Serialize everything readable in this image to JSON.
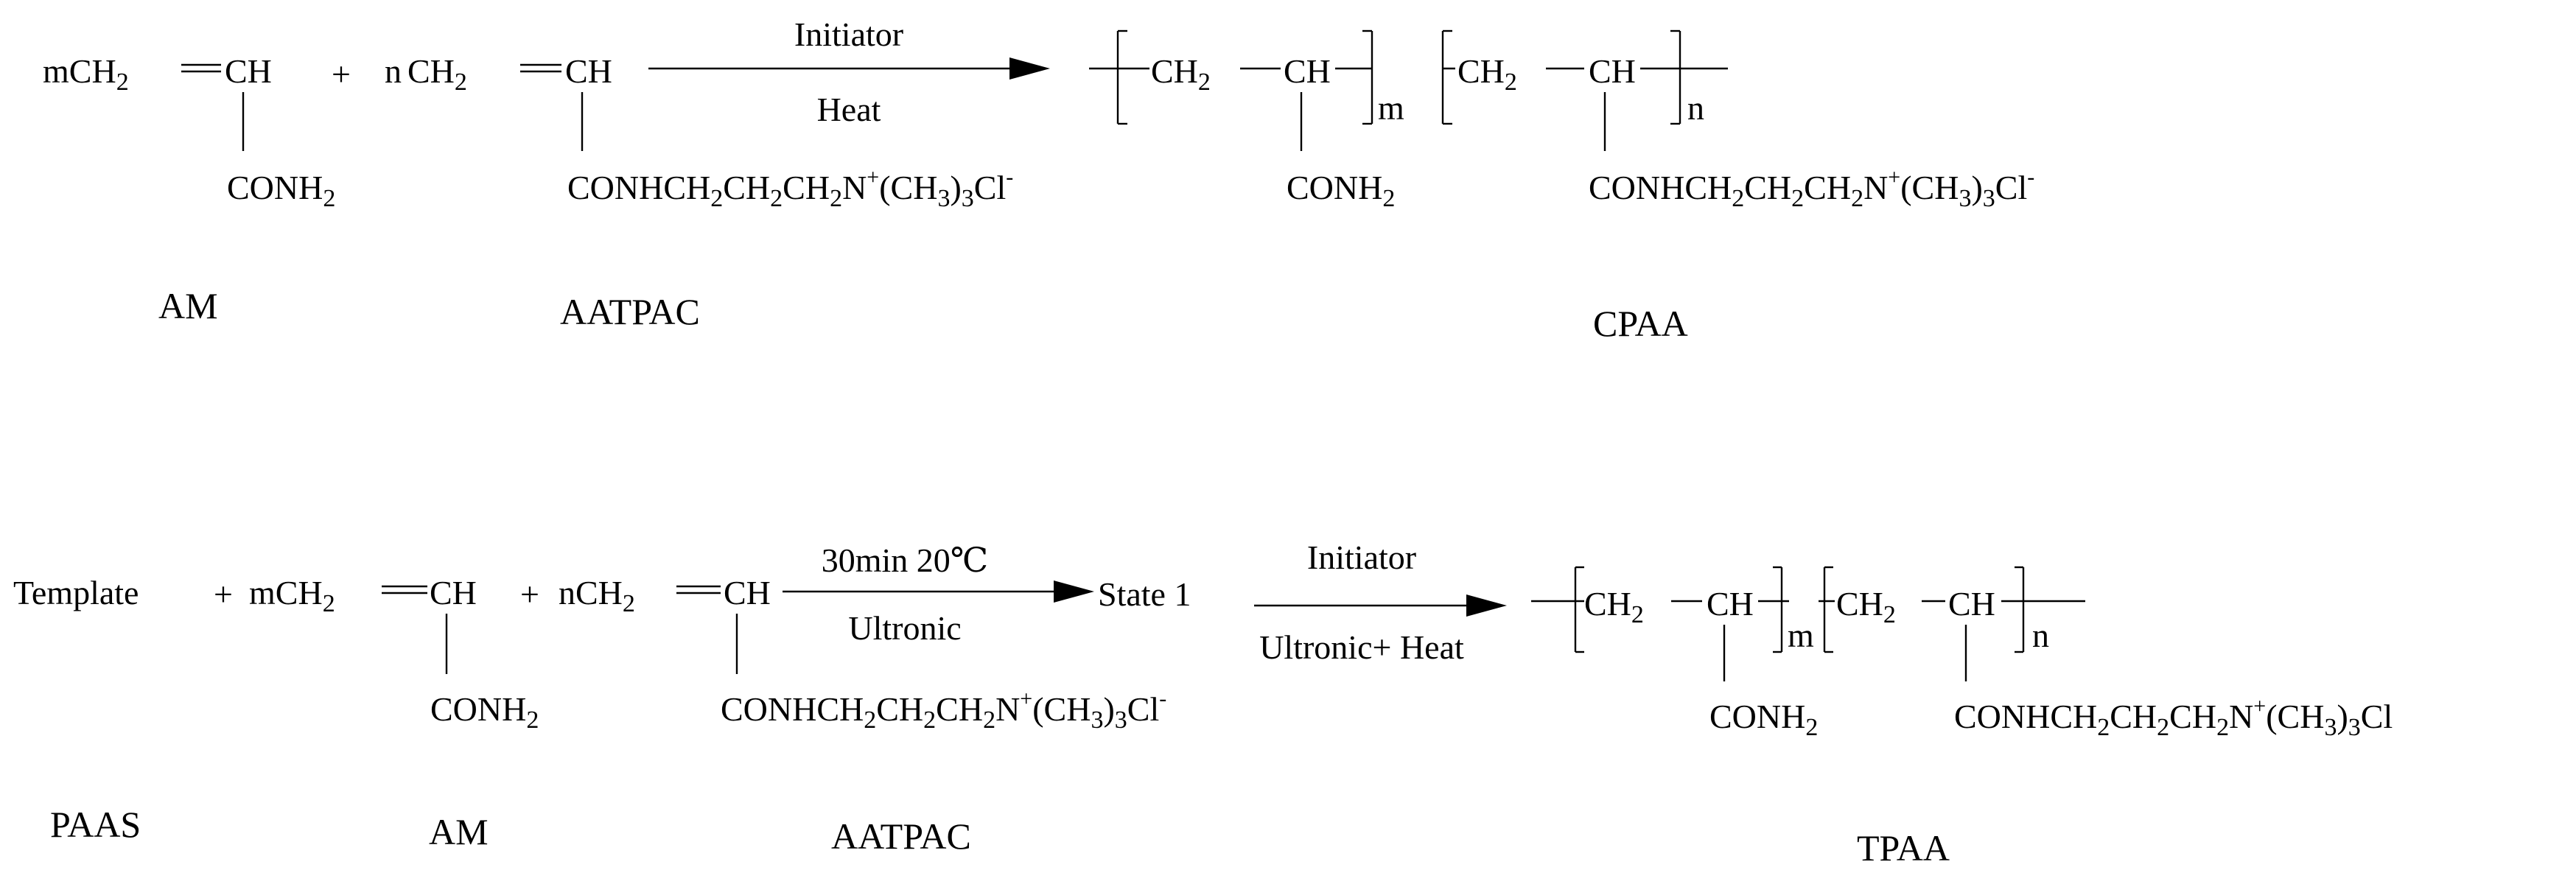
{
  "reaction1": {
    "monomer_am_prefix": "m",
    "monomer_aatpac_prefix": "n",
    "plus": "+",
    "arrow_top": "Initiator",
    "arrow_bottom": "Heat",
    "repeat_m": "m",
    "repeat_n": "n",
    "labels": {
      "am": "AM",
      "aatpac": "AATPAC",
      "product": "CPAA"
    }
  },
  "reaction2": {
    "template": "Template",
    "monomer_am_prefix": "m",
    "monomer_aatpac_prefix": "n",
    "plus": "+",
    "arrow1_top": "30min  20℃",
    "arrow1_bottom": "Ultronic",
    "state": "State 1",
    "arrow2_top": "Initiator",
    "arrow2_bottom": "Ultronic+ Heat",
    "repeat_m": "m",
    "repeat_n": "n",
    "labels": {
      "template": "PAAS",
      "am": "AM",
      "aatpac": "AATPAC",
      "product": "TPAA"
    }
  },
  "groups": {
    "ch2": "CH",
    "ch": "CH",
    "conh2": "CONH",
    "aatpac_side_a": "CONHCH",
    "aatpac_side_b": "CH",
    "aatpac_side_c": "CH",
    "aatpac_side_d": "N",
    "aatpac_side_e": "(CH",
    "aatpac_side_f": ")",
    "aatpac_side_g": "Cl",
    "sub_2": "2",
    "sub_3": "3",
    "sup_plus": "+",
    "sup_minus": "-"
  }
}
